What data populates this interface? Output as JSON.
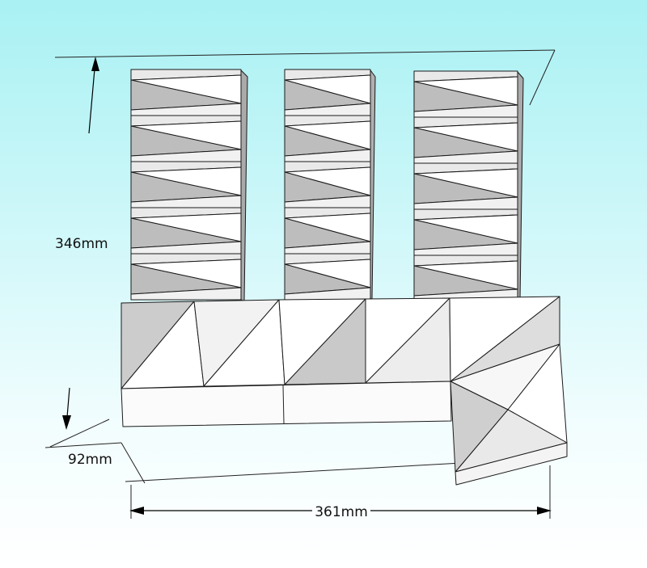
{
  "scene": {
    "dimensions": {
      "height_label": "346mm",
      "depth_label": "92mm",
      "width_label": "361mm"
    },
    "colors": {
      "background_top": "#a9f1f3",
      "background_bottom": "#ffffff",
      "outline": "#1a1a1a",
      "face_white": "#ffffff",
      "face_light": "#efefef",
      "face_mid": "#dddddd",
      "face_shadow": "#c0c0c0",
      "side_strip": "#aaaaaa"
    }
  }
}
